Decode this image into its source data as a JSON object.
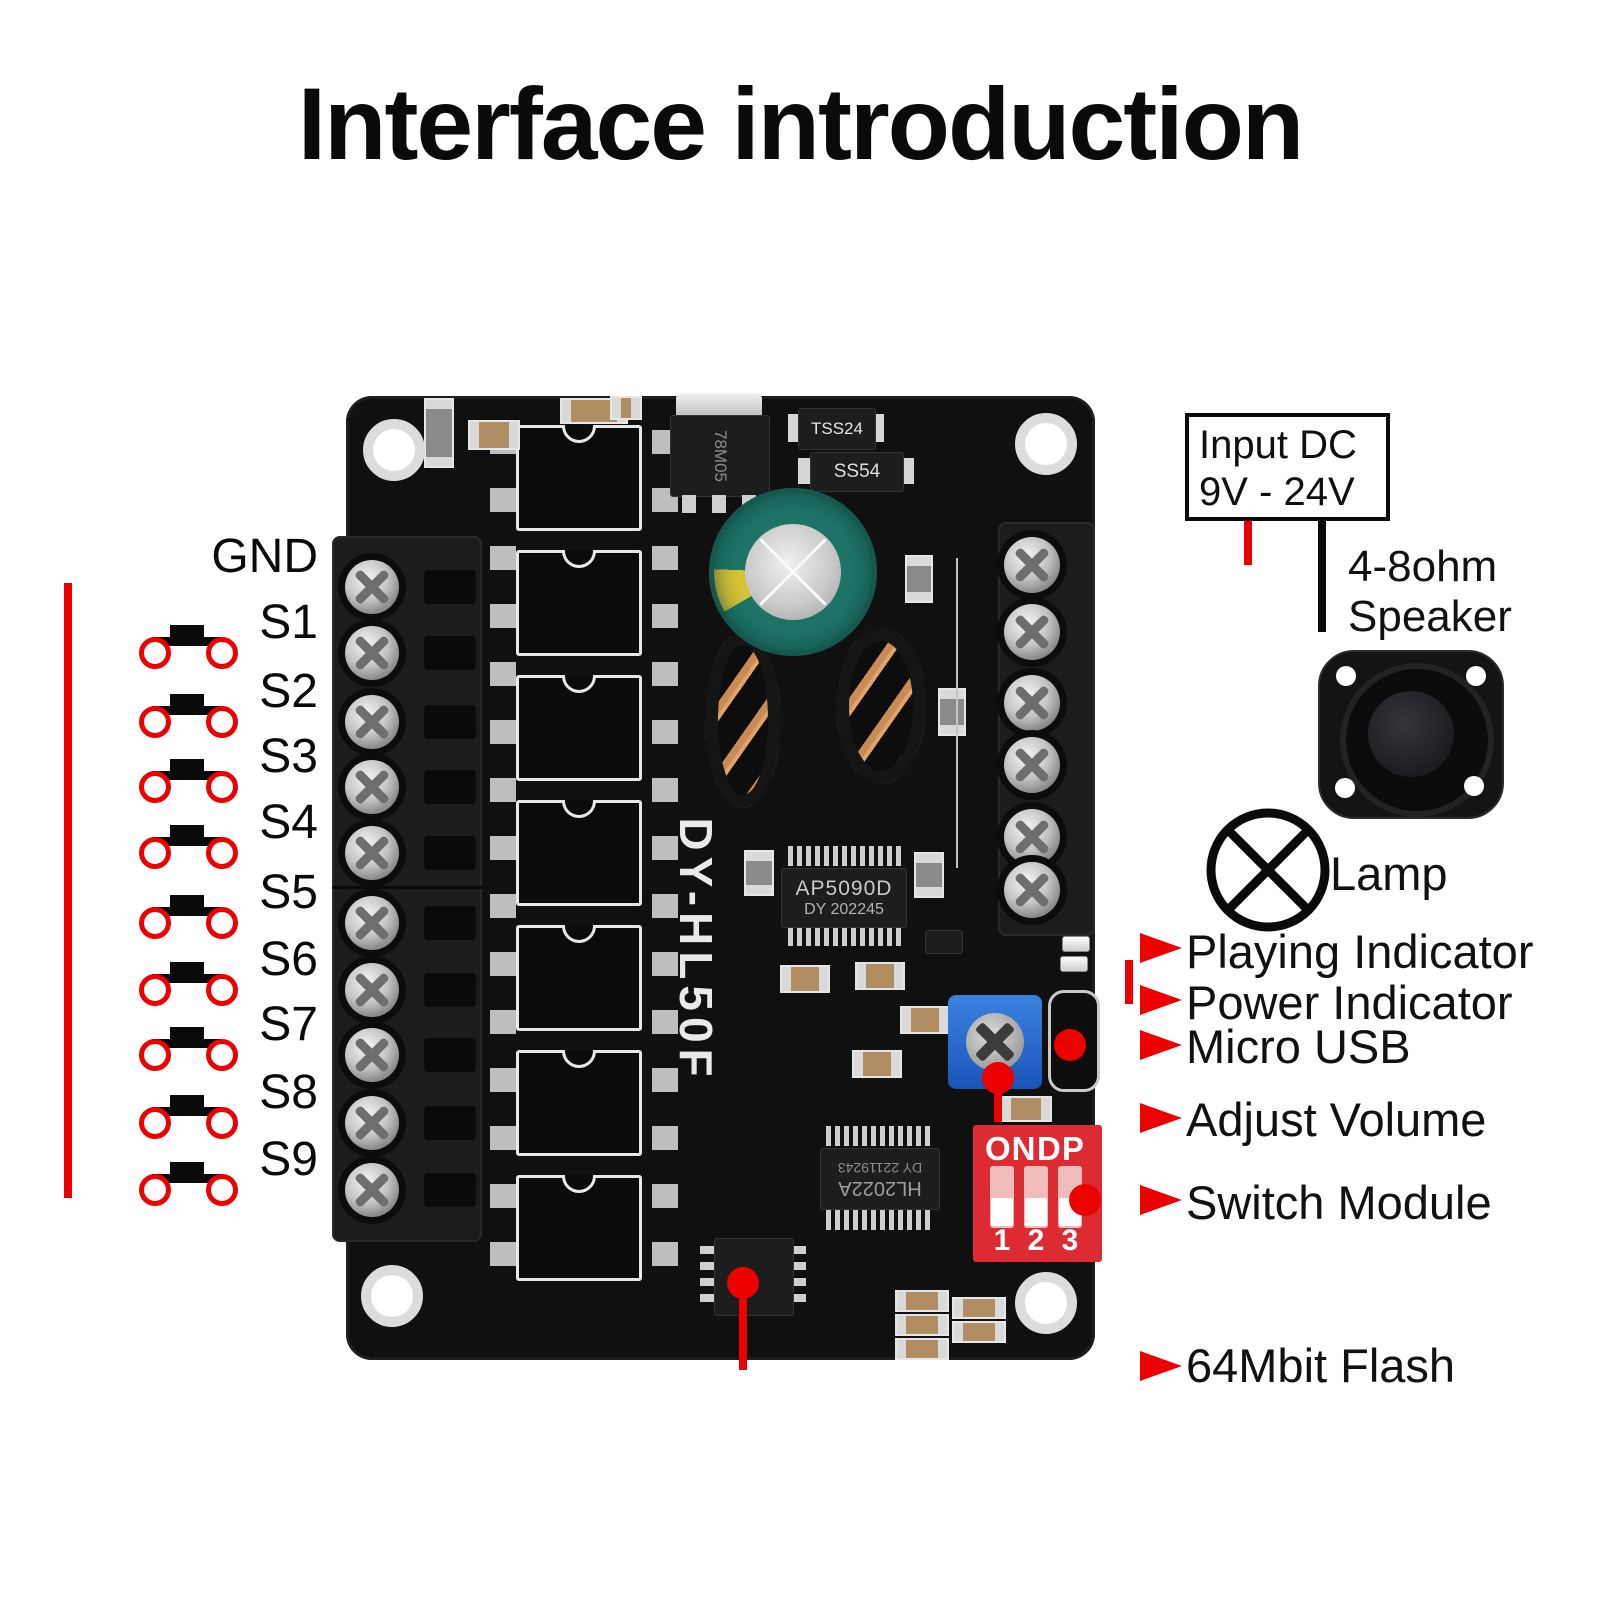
{
  "title": "Interface introduction",
  "colors": {
    "wire_red": "#ec0000",
    "wire_black": "#0a0a0a",
    "dip_red": "#dd2b33",
    "pot_blue": "#2b6ad0",
    "board_black": "#101010"
  },
  "left_panel": {
    "labels": [
      "GND",
      "S1",
      "S2",
      "S3",
      "S4",
      "S5",
      "S6",
      "S7",
      "S8",
      "S9"
    ]
  },
  "right_panel": {
    "input_box": {
      "line1": "Input DC",
      "line2": "9V - 24V"
    },
    "speaker": {
      "line1": "4-8ohm",
      "line2": "Speaker"
    },
    "lamp": "Lamp",
    "callouts": [
      "Playing Indicator",
      "Power Indicator",
      "Micro USB",
      "Adjust Volume",
      "Switch Module",
      "64Mbit Flash"
    ]
  },
  "board": {
    "silkscreen": "DY-HL50F",
    "regulator": "78M05",
    "diode_top": "TSS24",
    "diode_bottom": "SS54",
    "main_chip": {
      "line1": "AP5090D",
      "line2": "DY 202245"
    },
    "amp_chip": {
      "line1": "HL2022A",
      "line2": "DY 22119243"
    },
    "dip": {
      "on": "ON",
      "dp": "DP",
      "numbers": [
        "1",
        "2",
        "3"
      ]
    }
  }
}
